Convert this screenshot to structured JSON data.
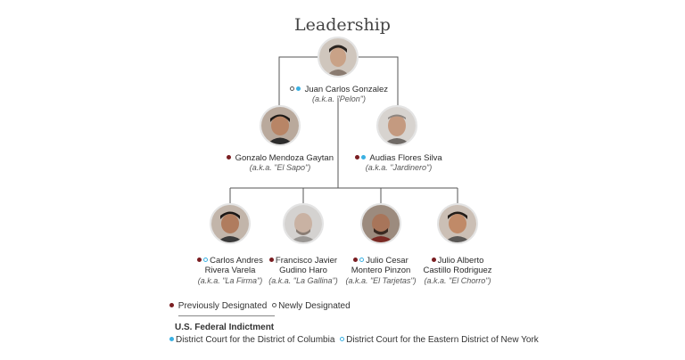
{
  "title": "Leadership",
  "people": [
    {
      "name_lines": [
        "Juan Carlos Gonzalez"
      ],
      "alias": "(a.k.a. \"Pelon\")",
      "markers": [
        "new",
        "dc"
      ],
      "tier": 1
    },
    {
      "name_lines": [
        "Gonzalo Mendoza Gaytan"
      ],
      "alias": "(a.k.a. \"El Sapo\")",
      "markers": [
        "prev"
      ],
      "tier": 2
    },
    {
      "name_lines": [
        "Audias Flores Silva"
      ],
      "alias": "(a.k.a. \"Jardinero\")",
      "markers": [
        "prev",
        "dc"
      ],
      "tier": 2
    },
    {
      "name_lines": [
        "Carlos Andres",
        "Rivera Varela"
      ],
      "alias": "(a.k.a. \"La Firma\")",
      "markers": [
        "prev",
        "edny"
      ],
      "tier": 3
    },
    {
      "name_lines": [
        "Francisco Javier",
        "Gudino Haro"
      ],
      "alias": "(a.k.a. \"La Gallina\")",
      "markers": [
        "prev"
      ],
      "tier": 3
    },
    {
      "name_lines": [
        "Julio Cesar",
        "Montero Pinzon"
      ],
      "alias": "(a.k.a. \"El Tarjetas\")",
      "markers": [
        "prev",
        "edny"
      ],
      "tier": 3
    },
    {
      "name_lines": [
        "Julio Alberto",
        "Castillo Rodriguez"
      ],
      "alias": "(a.k.a. \"El Chorro\")",
      "markers": [
        "prev"
      ],
      "tier": 3
    }
  ],
  "legend": {
    "previously_designated": "Previously Designated",
    "newly_designated": "Newly Designated",
    "indictment_title": "U.S. Federal Indictment",
    "dc_court": "District Court for the District of Columbia",
    "edny_court": "District Court for the Eastern District of New York"
  },
  "colors": {
    "previously_designated": "#7a1e22",
    "newly_designated": "#555555",
    "dc_court": "#3ab0e2",
    "edny_court": "#3ab0e2",
    "connector": "#555555"
  }
}
